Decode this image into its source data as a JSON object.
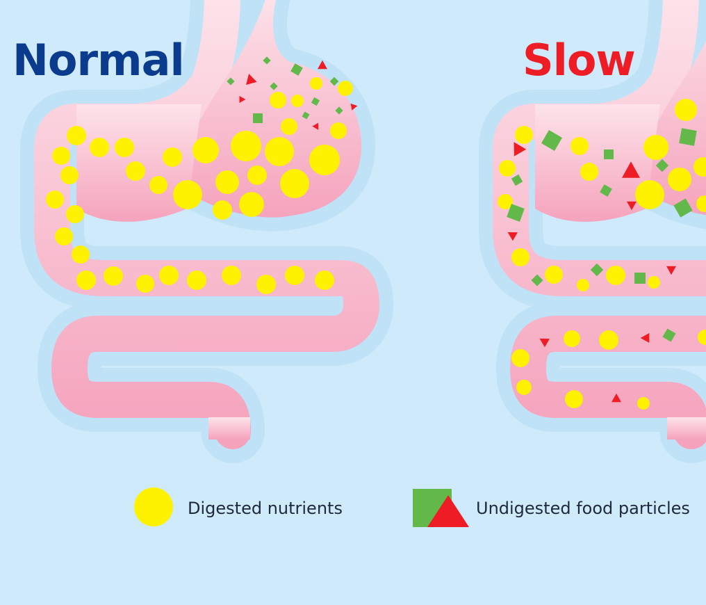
{
  "titles": {
    "normal": "Normal",
    "slow": "Slow"
  },
  "legend": {
    "nutrients": "Digested nutrients",
    "particles": "Undigested food particles"
  },
  "colors": {
    "background": "#cfeafa",
    "halo": "#bfe2f7",
    "organ_top": "#fde3ea",
    "organ_bottom": "#f5a3bd",
    "nutrient": "#fff200",
    "particle_green": "#62b94a",
    "particle_red": "#ee1c24",
    "title_normal": "#0a3b8c",
    "title_slow": "#ee1c24"
  },
  "icons": [
    "nutrient-circle-icon",
    "food-particle-icon"
  ]
}
